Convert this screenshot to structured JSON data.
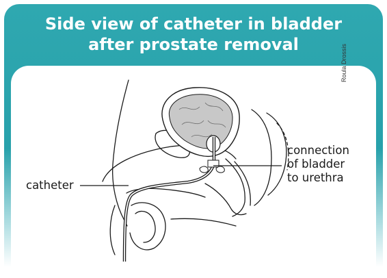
{
  "header": {
    "title_line1": "Side view of catheter in bladder",
    "title_line2": "after prostate removal"
  },
  "labels": {
    "catheter": "catheter",
    "connection_line1": "connection",
    "connection_line2": "of bladder",
    "connection_line3": "to urethra"
  },
  "credit": "Roula Drossis",
  "colors": {
    "header_teal": "#2fa8b0",
    "bladder_fill": "#c8c8c8",
    "line": "#1a1a1a"
  }
}
